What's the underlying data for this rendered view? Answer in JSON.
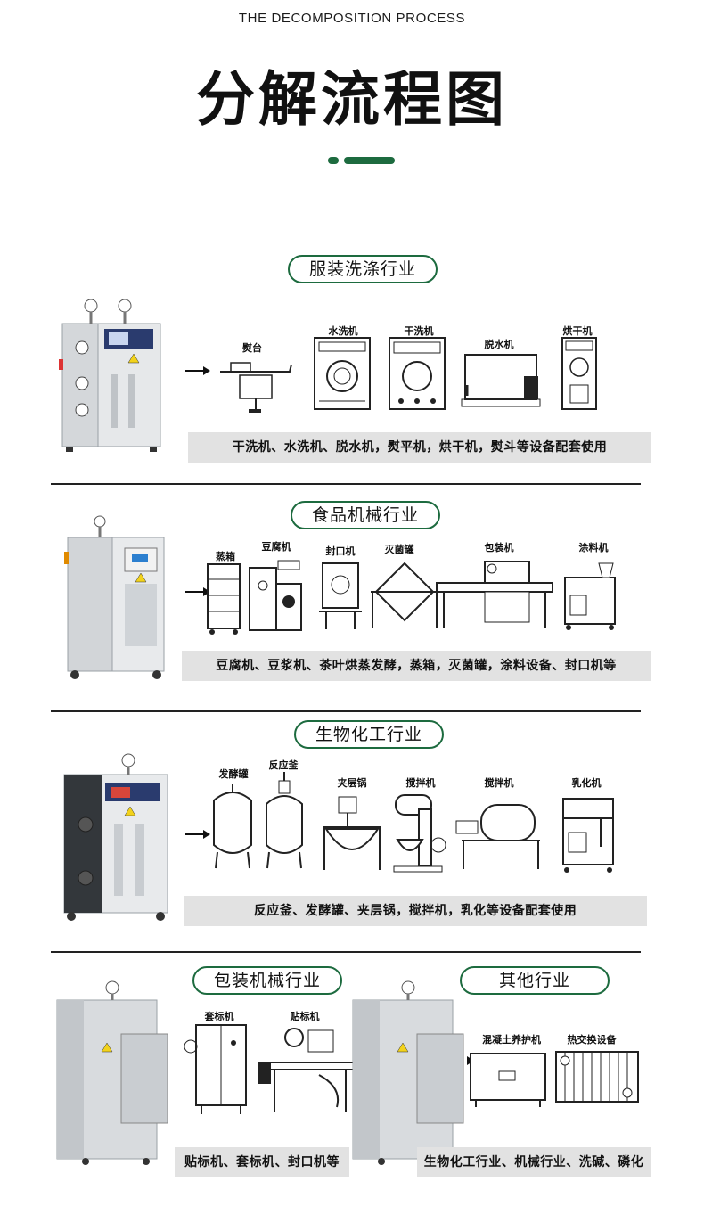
{
  "header": {
    "subtitle_en": "THE DECOMPOSITION PROCESS",
    "title": "分解流程图"
  },
  "colors": {
    "accent": "#1d6b3f",
    "caption_bg": "#e2e2e2"
  },
  "sections": [
    {
      "title": "服装洗涤行业",
      "machines": [
        "熨台",
        "水洗机",
        "干洗机",
        "脱水机",
        "烘干机"
      ],
      "caption": "干洗机、水洗机、脱水机，熨平机，烘干机，熨斗等设备配套使用"
    },
    {
      "title": "食品机械行业",
      "machines": [
        "蒸箱",
        "豆腐机",
        "封口机",
        "灭菌罐",
        "包装机",
        "涂料机"
      ],
      "caption": "豆腐机、豆浆机、茶叶烘蒸发酵，蒸箱，灭菌罐，涂料设备、封口机等"
    },
    {
      "title": "生物化工行业",
      "machines": [
        "发酵罐",
        "反应釜",
        "夹层锅",
        "搅拌机",
        "搅拌机",
        "乳化机"
      ],
      "caption": "反应釜、发酵罐、夹层锅，搅拌机，乳化等设备配套使用"
    },
    {
      "title": "包装机械行业",
      "machines": [
        "套标机",
        "贴标机"
      ],
      "caption": "贴标机、套标机、封口机等"
    },
    {
      "title": "其他行业",
      "machines": [
        "混凝土养护机",
        "热交换设备"
      ],
      "caption": "生物化工行业、机械行业、洗碱、磷化"
    }
  ]
}
